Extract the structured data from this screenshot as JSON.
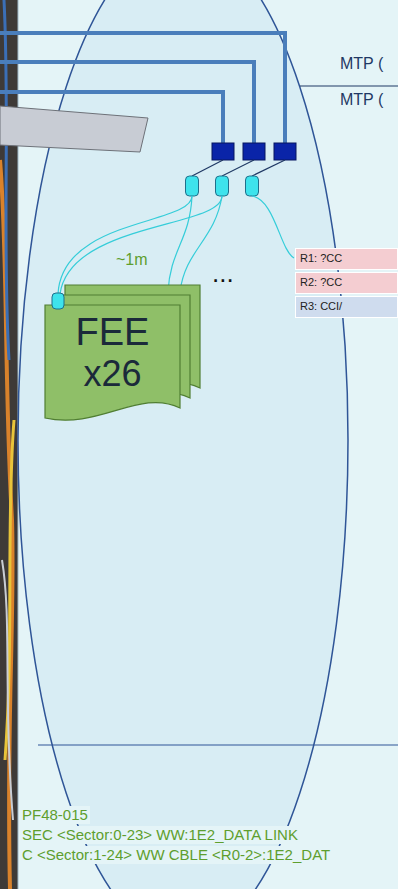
{
  "diagram": {
    "nodes": [
      {
        "text": [
          "R1: ?CC"
        ]
      },
      {
        "text": [
          "R2: ?CC"
        ]
      },
      {
        "text": [
          "R3: CCI/"
        ]
      },
      {
        "text": [
          "FEE",
          "x26"
        ]
      }
    ],
    "labels": [
      "MTP (",
      "MTP (",
      "~1m",
      "...",
      "PF48-015",
      "SEC <Sector:0-23> WW:1E2_DATA LINK",
      "C <Sector:1-24> WW CBLE <R0-2>:1E2_DAT"
    ]
  }
}
